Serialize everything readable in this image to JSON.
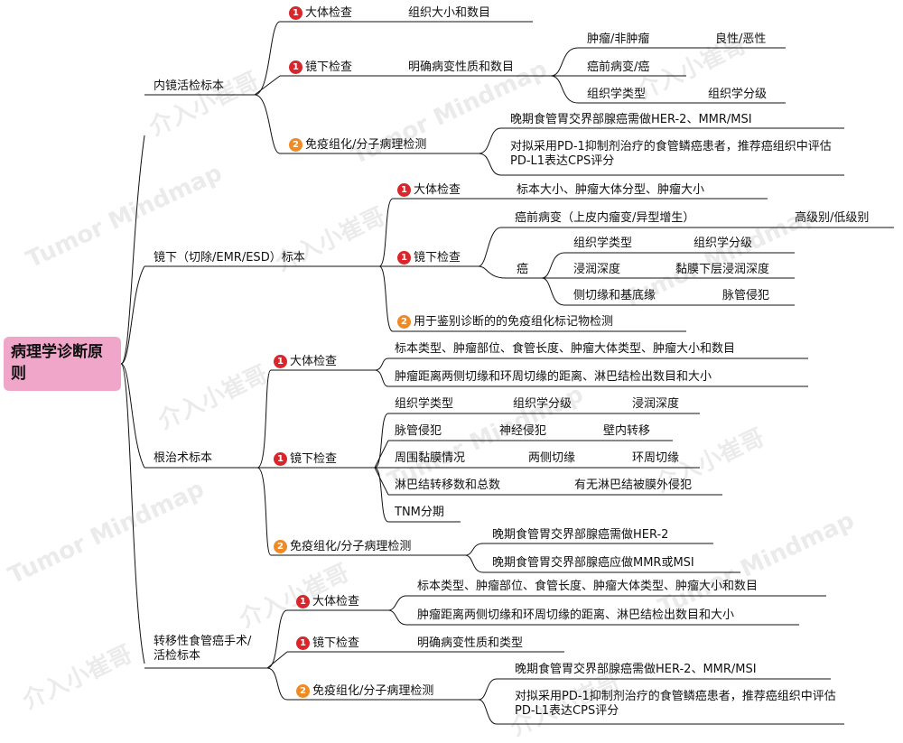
{
  "root": "病理学诊断原则",
  "watermark": {
    "cn": "介入小崔哥",
    "en": "Tumor Mindmap"
  },
  "s1": {
    "label": "内镜活检标本",
    "g1": {
      "badge": "1",
      "label": "大体检查",
      "item": "组织大小和数目"
    },
    "g2": {
      "badge": "1",
      "label": "镜下检查",
      "item": "明确病变性质和数目",
      "r1a": "肿瘤/非肿瘤",
      "r1b": "良性/恶性",
      "r2": "癌前病变/癌",
      "r3a": "组织学类型",
      "r3b": "组织学分级"
    },
    "g3": {
      "badge": "2",
      "label": "免疫组化/分子病理检测",
      "i1": "晚期食管胃交界部腺癌需做HER-2、MMR/MSI",
      "i2": "对拟采用PD-1抑制剂治疗的食管鳞癌患者，推荐癌组织中评估PD-L1表达CPS评分"
    }
  },
  "s2": {
    "label": "镜下（切除/EMR/ESD）标本",
    "g1": {
      "badge": "1",
      "label": "大体检查",
      "item": "标本大小、肿瘤大体分型、肿瘤大小"
    },
    "g2": {
      "badge": "1",
      "label": "镜下检查",
      "pre": "癌前病变（上皮内瘤变/异型增生）",
      "preGrade": "高级别/低级别",
      "ca": "癌",
      "c1a": "组织学类型",
      "c1b": "组织学分级",
      "c2a": "浸润深度",
      "c2b": "黏膜下层浸润深度",
      "c3a": "侧切缘和基底缘",
      "c3b": "脉管侵犯"
    },
    "g3": {
      "badge": "2",
      "label": "用于鉴别诊断的的免疫组化标记物检测"
    }
  },
  "s3": {
    "label": "根治术标本",
    "g1": {
      "badge": "1",
      "label": "大体检查",
      "i1": "标本类型、肿瘤部位、食管长度、肿瘤大体类型、肿瘤大小和数目",
      "i2": "肿瘤距离两侧切缘和环周切缘的距离、淋巴结检出数目和大小"
    },
    "g2": {
      "badge": "1",
      "label": "镜下检查",
      "r1": [
        "组织学类型",
        "组织学分级",
        "浸润深度"
      ],
      "r2": [
        "脉管侵犯",
        "神经侵犯",
        "壁内转移"
      ],
      "r3": [
        "周围黏膜情况",
        "两侧切缘",
        "环周切缘"
      ],
      "r4": [
        "淋巴结转移数和总数",
        "有无淋巴结被膜外侵犯"
      ],
      "r5": "TNM分期"
    },
    "g3": {
      "badge": "2",
      "label": "免疫组化/分子病理检测",
      "i1": "晚期食管胃交界部腺癌需做HER-2",
      "i2": "晚期食管胃交界部腺癌应做MMR或MSI"
    }
  },
  "s4": {
    "label": "转移性食管癌手术/活检标本",
    "g1": {
      "badge": "1",
      "label": "大体检查",
      "i1": "标本类型、肿瘤部位、食管长度、肿瘤大体类型、肿瘤大小和数目",
      "i2": "肿瘤距离两侧切缘和环周切缘的距离、淋巴结检出数目和大小"
    },
    "g2": {
      "badge": "1",
      "label": "镜下检查",
      "item": "明确病变性质和类型"
    },
    "g3": {
      "badge": "2",
      "label": "免疫组化/分子病理检测",
      "i1": "晚期食管胃交界部腺癌需做HER-2、MMR/MSI",
      "i2": "对拟采用PD-1抑制剂治疗的食管鳞癌患者，推荐癌组织中评估PD-L1表达CPS评分"
    }
  }
}
